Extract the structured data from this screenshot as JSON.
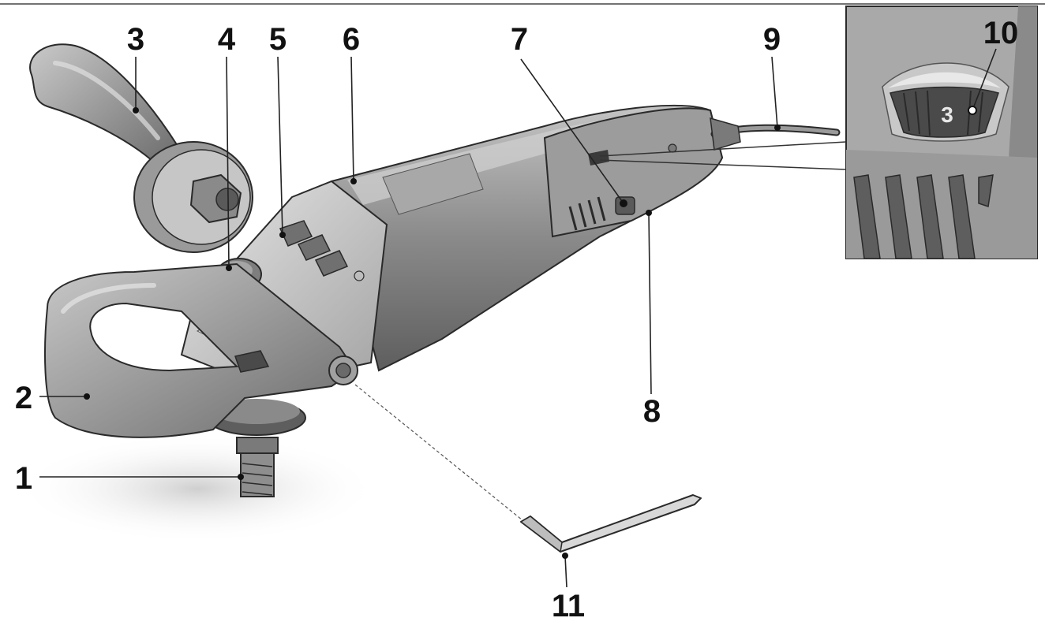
{
  "figure": {
    "callouts": [
      {
        "id": "1",
        "label": "1"
      },
      {
        "id": "2",
        "label": "2"
      },
      {
        "id": "3",
        "label": "3"
      },
      {
        "id": "4",
        "label": "4"
      },
      {
        "id": "5",
        "label": "5"
      },
      {
        "id": "6",
        "label": "6"
      },
      {
        "id": "7",
        "label": "7"
      },
      {
        "id": "8",
        "label": "8"
      },
      {
        "id": "9",
        "label": "9"
      },
      {
        "id": "10",
        "label": "10"
      },
      {
        "id": "11",
        "label": "11"
      }
    ],
    "inset": {
      "dial_setting": "3"
    },
    "colors": {
      "body_dark": "#6e6e6e",
      "body_mid": "#8c8c8c",
      "body_light": "#b9b9b9",
      "highlight": "#dcdcdc",
      "outline": "#2a2a2a",
      "leader": "#333333"
    }
  }
}
